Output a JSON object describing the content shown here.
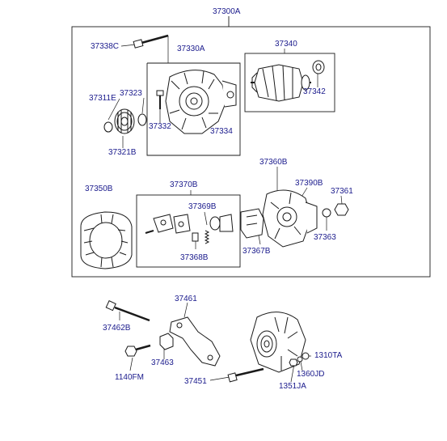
{
  "diagram": {
    "labels": {
      "assembly": "37300A",
      "bolt_top": "37338C",
      "front_bracket": "37330A",
      "rotor": "37340",
      "bearing_front": "37323",
      "seal": "37311E",
      "screw_bracket": "37332",
      "bearing_rear": "37342",
      "bearing_bracket": "37334",
      "pulley": "37321B",
      "stator": "37350B",
      "brush_holder_kit": "37370B",
      "rear_bracket": "37360B",
      "rectifier": "37390B",
      "rear_nut": "37361",
      "brush": "37369B",
      "spring": "37368B",
      "regulator": "37367B",
      "insulator": "37363",
      "stay_bracket": "37461",
      "long_bolt": "37462B",
      "stay_nut": "37463",
      "flange_bolt": "1140FM",
      "mount_bolt": "37451",
      "terminal_a": "1310TA",
      "terminal_b": "1360JD",
      "terminal_c": "1351JA"
    }
  }
}
